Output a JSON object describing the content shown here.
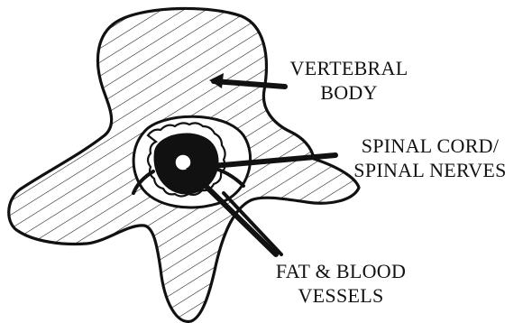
{
  "labels": {
    "vertebral_body": [
      "VERTEBRAL",
      "BODY"
    ],
    "spinal_cord": [
      "SPINAL CORD/",
      "SPINAL NERVES"
    ],
    "fat_blood": [
      "FAT & BLOOD",
      "VESSELS"
    ]
  },
  "colors": {
    "ink": "#111111",
    "background": "#ffffff"
  }
}
